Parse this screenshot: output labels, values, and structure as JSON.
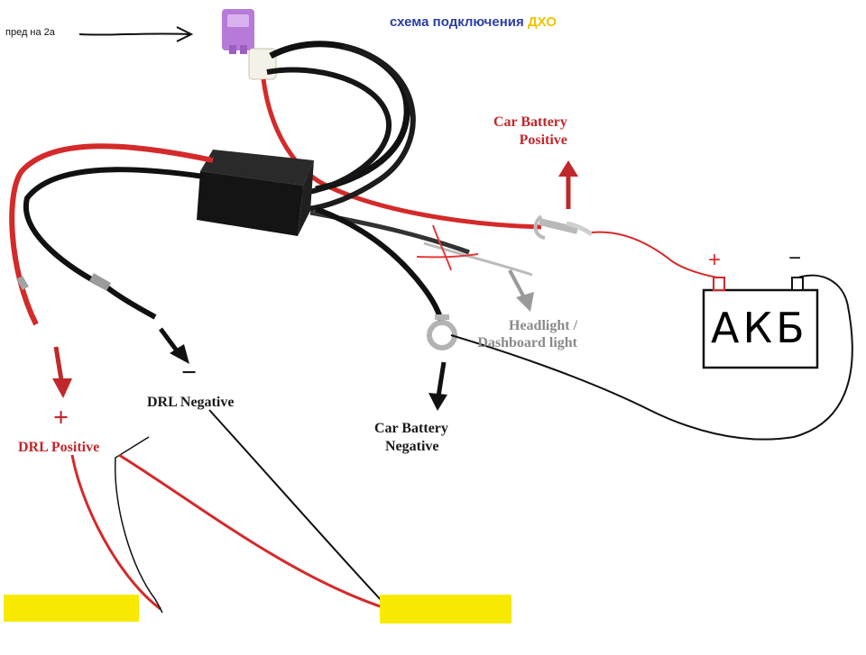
{
  "note": {
    "text": "пред на 2а"
  },
  "title": {
    "part1": "схема подключения",
    "part2": "ДХО",
    "color1": "#2b3ea8",
    "color2": "#f2c200"
  },
  "labels": {
    "car_battery_positive_line1": "Car Battery",
    "car_battery_positive_line2": "Positive",
    "headlight_line1": "Headlight /",
    "headlight_line2": "Dashboard light",
    "car_battery_negative_line1": "Car Battery",
    "car_battery_negative_line2": "Negative",
    "drl_negative": "DRL Negative",
    "drl_positive": "DRL Positive"
  },
  "symbols": {
    "plus": "+",
    "minus": "−"
  },
  "battery": {
    "label": "АКБ",
    "plus": "+",
    "minus": "−"
  },
  "colors": {
    "red_label": "#c0282c",
    "red_wire": "#d42a2a",
    "black_wire": "#111111",
    "fuse": "#b87ad8",
    "yellow_drl": "#f7ea00",
    "grey_label": "#8a8a8a"
  }
}
